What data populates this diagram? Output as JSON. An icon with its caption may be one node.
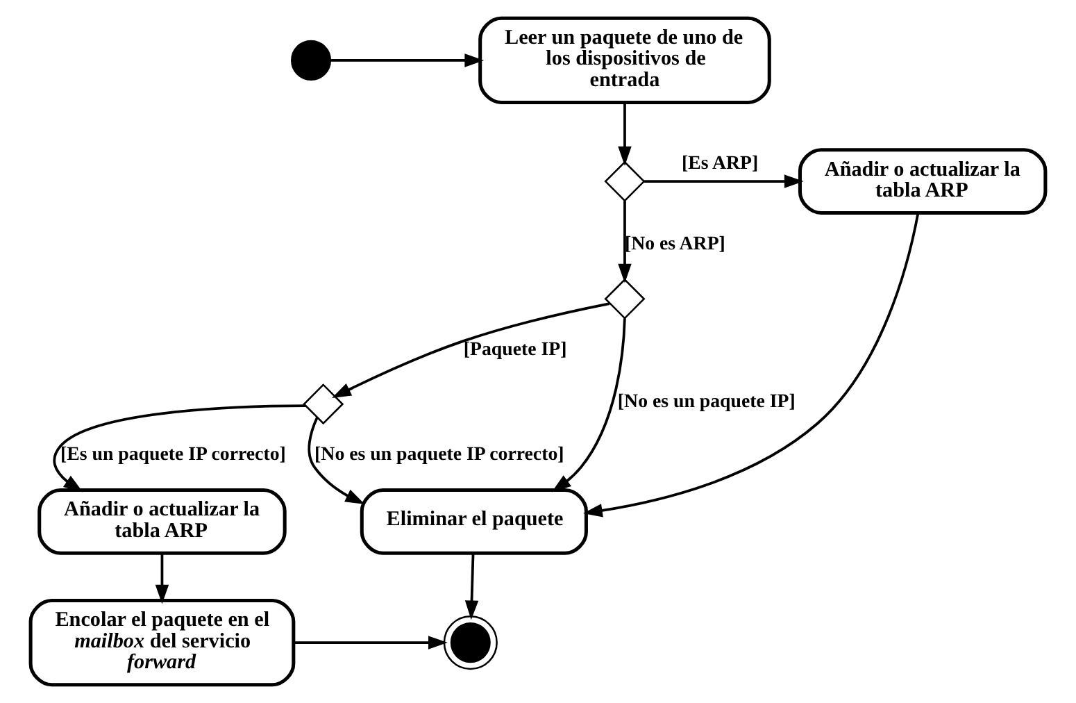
{
  "diagram": {
    "nodes": [
      {
        "text": [],
        "shape": "circle"
      },
      {
        "text": [
          "Leer un paquete de uno de los dispositivos de entrada"
        ]
      },
      {
        "text": [],
        "shape": "diamond"
      },
      {
        "text": [
          "Añadir o actualizar la tabla ARP"
        ]
      },
      {
        "text": [],
        "shape": "diamond"
      },
      {
        "text": [],
        "shape": "diamond"
      },
      {
        "text": [
          "Eliminar el paquete"
        ]
      },
      {
        "text": [
          "Añadir o actualizar la tabla ARP"
        ]
      },
      {
        "text": [
          "Encolar el paquete en el *mailbox* del servicio *forward*"
        ]
      },
      {
        "text": [],
        "shape": "circle"
      }
    ],
    "edges": [
      {
        "from": 0,
        "to": 1,
        "arrow": "to"
      },
      {
        "from": 1,
        "to": 2,
        "arrow": "to"
      },
      {
        "from": 2,
        "to": 3,
        "arrow": "to",
        "label": "[Es ARP]"
      },
      {
        "from": 2,
        "to": 4,
        "arrow": "to",
        "label": "[No es ARP]"
      },
      {
        "from": 3,
        "to": 6,
        "arrow": "to"
      },
      {
        "from": 4,
        "to": 6,
        "arrow": "to",
        "label": "[No es un paquete IP]"
      },
      {
        "from": 4,
        "to": 5,
        "arrow": "to",
        "label": "[Paquete IP]"
      },
      {
        "from": 5,
        "to": 6,
        "arrow": "to",
        "label": "[No es un paquete IP correcto]"
      },
      {
        "from": 5,
        "to": 7,
        "arrow": "to",
        "label": "[Es un paquete IP correcto]"
      },
      {
        "from": 7,
        "to": 8,
        "arrow": "to"
      },
      {
        "from": 8,
        "to": 9,
        "arrow": "to"
      },
      {
        "from": 6,
        "to": 9,
        "arrow": "to"
      }
    ]
  }
}
